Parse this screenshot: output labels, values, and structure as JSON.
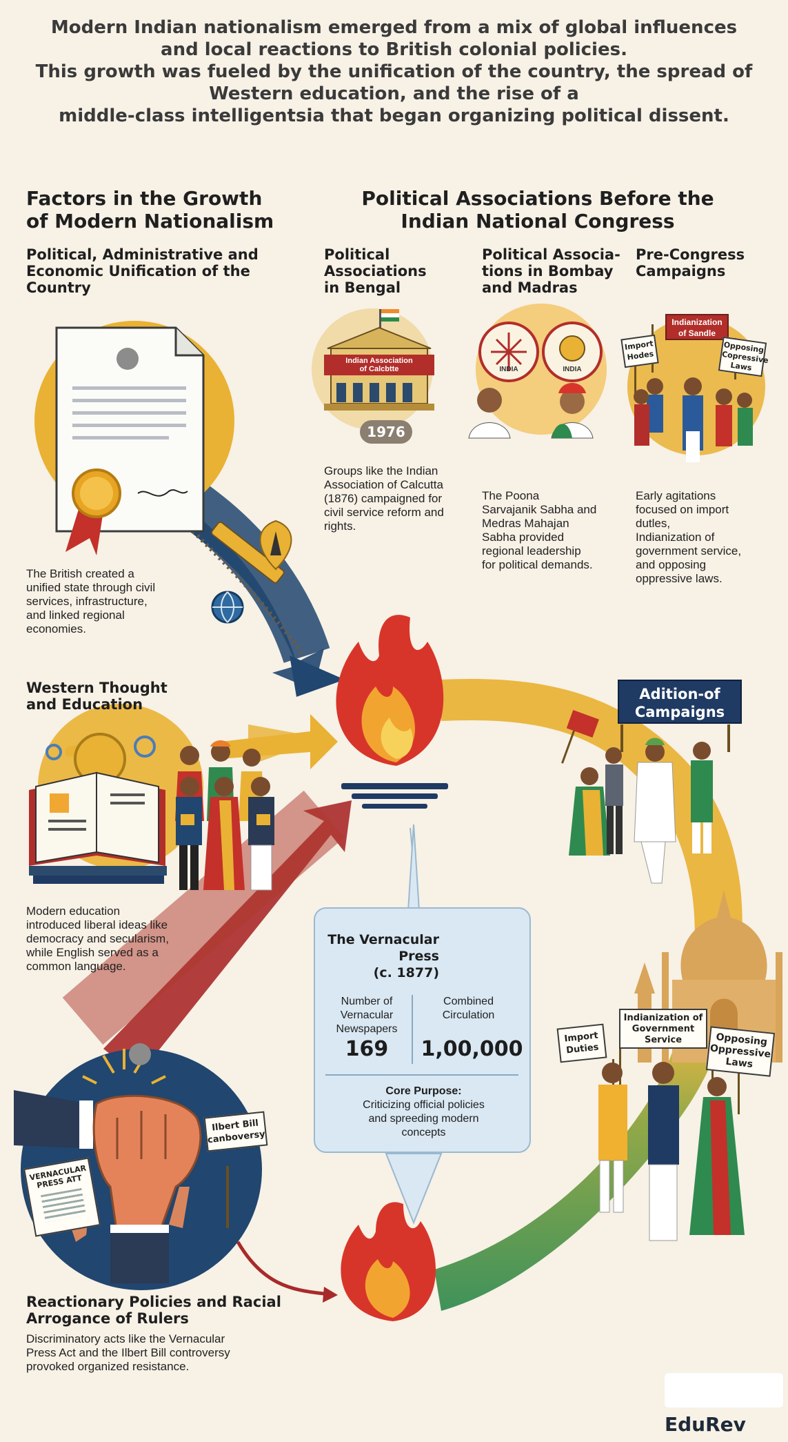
{
  "intro": [
    "Modern Indian nationalism emerged from a mix of global influences",
    "and local reactions to British colonial policies.",
    "This growth was fueled by the unification of the country, the spread of",
    "Western education, and the rise of a",
    "middle-class intelligentsia that began organizing political dissent."
  ],
  "factors": {
    "title": [
      "Factors in the Growth",
      "of Modern Nationalism"
    ],
    "unification": {
      "title": [
        "Political, Administrative and",
        "Economic Unification of the",
        "Country"
      ],
      "desc": [
        "The British created a",
        "unified state through civil",
        "services, infrastructure,",
        "and linked regional",
        "economies."
      ]
    },
    "western": {
      "title": [
        "Western Thought",
        "and Education"
      ],
      "desc": [
        "Modern education",
        "introduced liberal ideas like",
        "democracy and secularism,",
        "while English served as a",
        "common language."
      ]
    },
    "reactionary": {
      "title": [
        "Reactionary Policies and Racial",
        "Arrogance of Rulers"
      ],
      "desc": [
        "Discriminatory acts like the Vernacular",
        "Press Act and the Ilbert Bill controversy",
        "provoked organized resistance."
      ],
      "sign_press_act": [
        "VERNACULAR",
        "PRESS ATT"
      ],
      "sign_ilbert": [
        "Ilbert Bill",
        "canboversy"
      ]
    }
  },
  "associations": {
    "title": [
      "Political Associations Before the",
      "Indian National Congress"
    ],
    "bengal": {
      "title": [
        "Political",
        "Associations",
        "in Bengal"
      ],
      "building_sign": [
        "Indian Association",
        "of Calcbtte"
      ],
      "year": "1976",
      "desc": [
        "Groups like the Indian",
        "Association of Calcutta",
        "(1876) campaigned for",
        "civil service reform and",
        "rights."
      ]
    },
    "bombay": {
      "title": [
        "Political Associa-",
        "tions in Bombay",
        "and Madras"
      ],
      "seal_left": "INDIA",
      "seal_right": "INDIA",
      "desc": [
        "The Poona",
        "Sarvajanik Sabha and",
        "Medras Mahajan",
        "Sabha provided",
        "regional leadership",
        "for political demands."
      ]
    },
    "campaigns": {
      "title": [
        "Pre-Congress",
        "Campaigns"
      ],
      "signs": {
        "top": [
          "Indianization",
          "of Sandle"
        ],
        "left": [
          "Import",
          "Hodes"
        ],
        "right": [
          "Opposing",
          "Copressive",
          "Laws"
        ]
      },
      "desc": [
        "Early agitations",
        "focused on import",
        "dutles,",
        "Indianization of",
        "government service,",
        "and opposing",
        "oppressive laws."
      ]
    }
  },
  "right_scene": {
    "banner": [
      "Adition-of",
      "Campaigns"
    ],
    "signs": {
      "import": [
        "Import",
        "Duties"
      ],
      "indianization": [
        "Indianization of",
        "Government",
        "Service"
      ],
      "opposing": [
        "Opposing",
        "Oppressive",
        "Laws"
      ]
    }
  },
  "press": {
    "title": [
      "The Vernacular",
      "Press",
      "(c. 1877)"
    ],
    "stat1": {
      "label": [
        "Number of",
        "Vernacular",
        "Newspapers"
      ],
      "value": "169"
    },
    "stat2": {
      "label": [
        "Combined",
        "Circulation"
      ],
      "value": "1,00,000"
    },
    "core_title": "Core Purpose:",
    "core_desc": [
      "Criticizing official policies",
      "and spreeding modern",
      "concepts"
    ]
  },
  "brand": "EduRev",
  "colors": {
    "background": "#f7f1e6",
    "saffron": "#e9b234",
    "green": "#2f8a4f",
    "navy": "#21466f",
    "maroon": "#a82a2a",
    "flame_red": "#d8352a",
    "press_box": "#d9e8f3"
  }
}
